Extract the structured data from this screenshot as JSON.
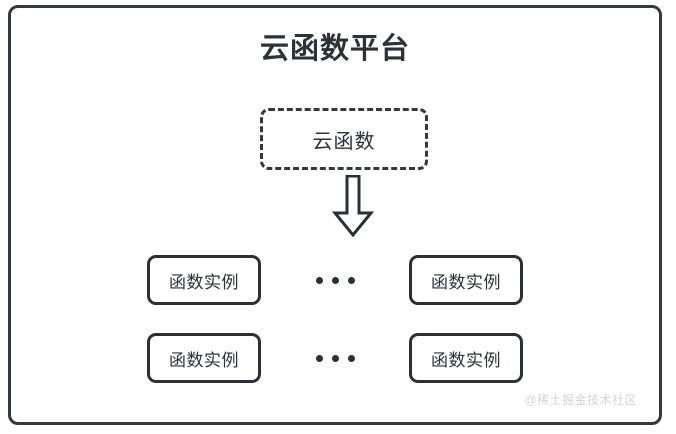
{
  "diagram": {
    "title": "云函数平台",
    "cloud_function": {
      "label": "云函数",
      "border_style": "dashed"
    },
    "arrow": {
      "icon": "down-block-arrow",
      "direction": "down"
    },
    "instance_rows": [
      {
        "left_instance": "函数实例",
        "ellipsis": "•••",
        "right_instance": "函数实例"
      },
      {
        "left_instance": "函数实例",
        "ellipsis": "•••",
        "right_instance": "函数实例"
      }
    ]
  },
  "watermark": {
    "text": "@稀土掘金技术社区"
  },
  "colors": {
    "border": "#35383d",
    "text": "#2c3038",
    "background": "#ffffff",
    "watermark": "#d2d4d8"
  }
}
